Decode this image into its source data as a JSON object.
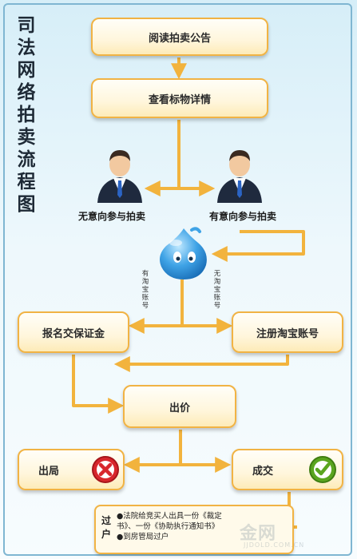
{
  "title": "司法网络拍卖流程图",
  "steps": {
    "read_notice": "阅读拍卖公告",
    "view_details": "查看标物详情",
    "register_deposit": "报名交保证金",
    "register_taobao": "注册淘宝账号",
    "bid": "出价",
    "lose": "出局",
    "deal": "成交"
  },
  "personas": {
    "not_interested": "无意向参与拍卖",
    "interested": "有意向参与拍卖"
  },
  "branch_labels": {
    "has_account": "有淘宝账号",
    "no_account": "无淘宝账号"
  },
  "transfer": {
    "label": "过户",
    "lines": [
      "●法院给竞买人出具一份《裁定",
      "书》、一份《协助执行通知书》",
      "●到房管局过户"
    ]
  },
  "watermark": {
    "text": "金网",
    "sub": "JJDOLD.COM.CN"
  },
  "icons": {
    "fail": "red-cross-icon",
    "success": "green-check-icon",
    "mascot": "blue-droplet-mascot-icon",
    "person": "businessman-icon"
  },
  "colors": {
    "arrow": "#f2b33d",
    "box_border": "#f1b344",
    "fail": "#d8262c",
    "success": "#5aa51f",
    "mascot": "#3fa3e6"
  }
}
